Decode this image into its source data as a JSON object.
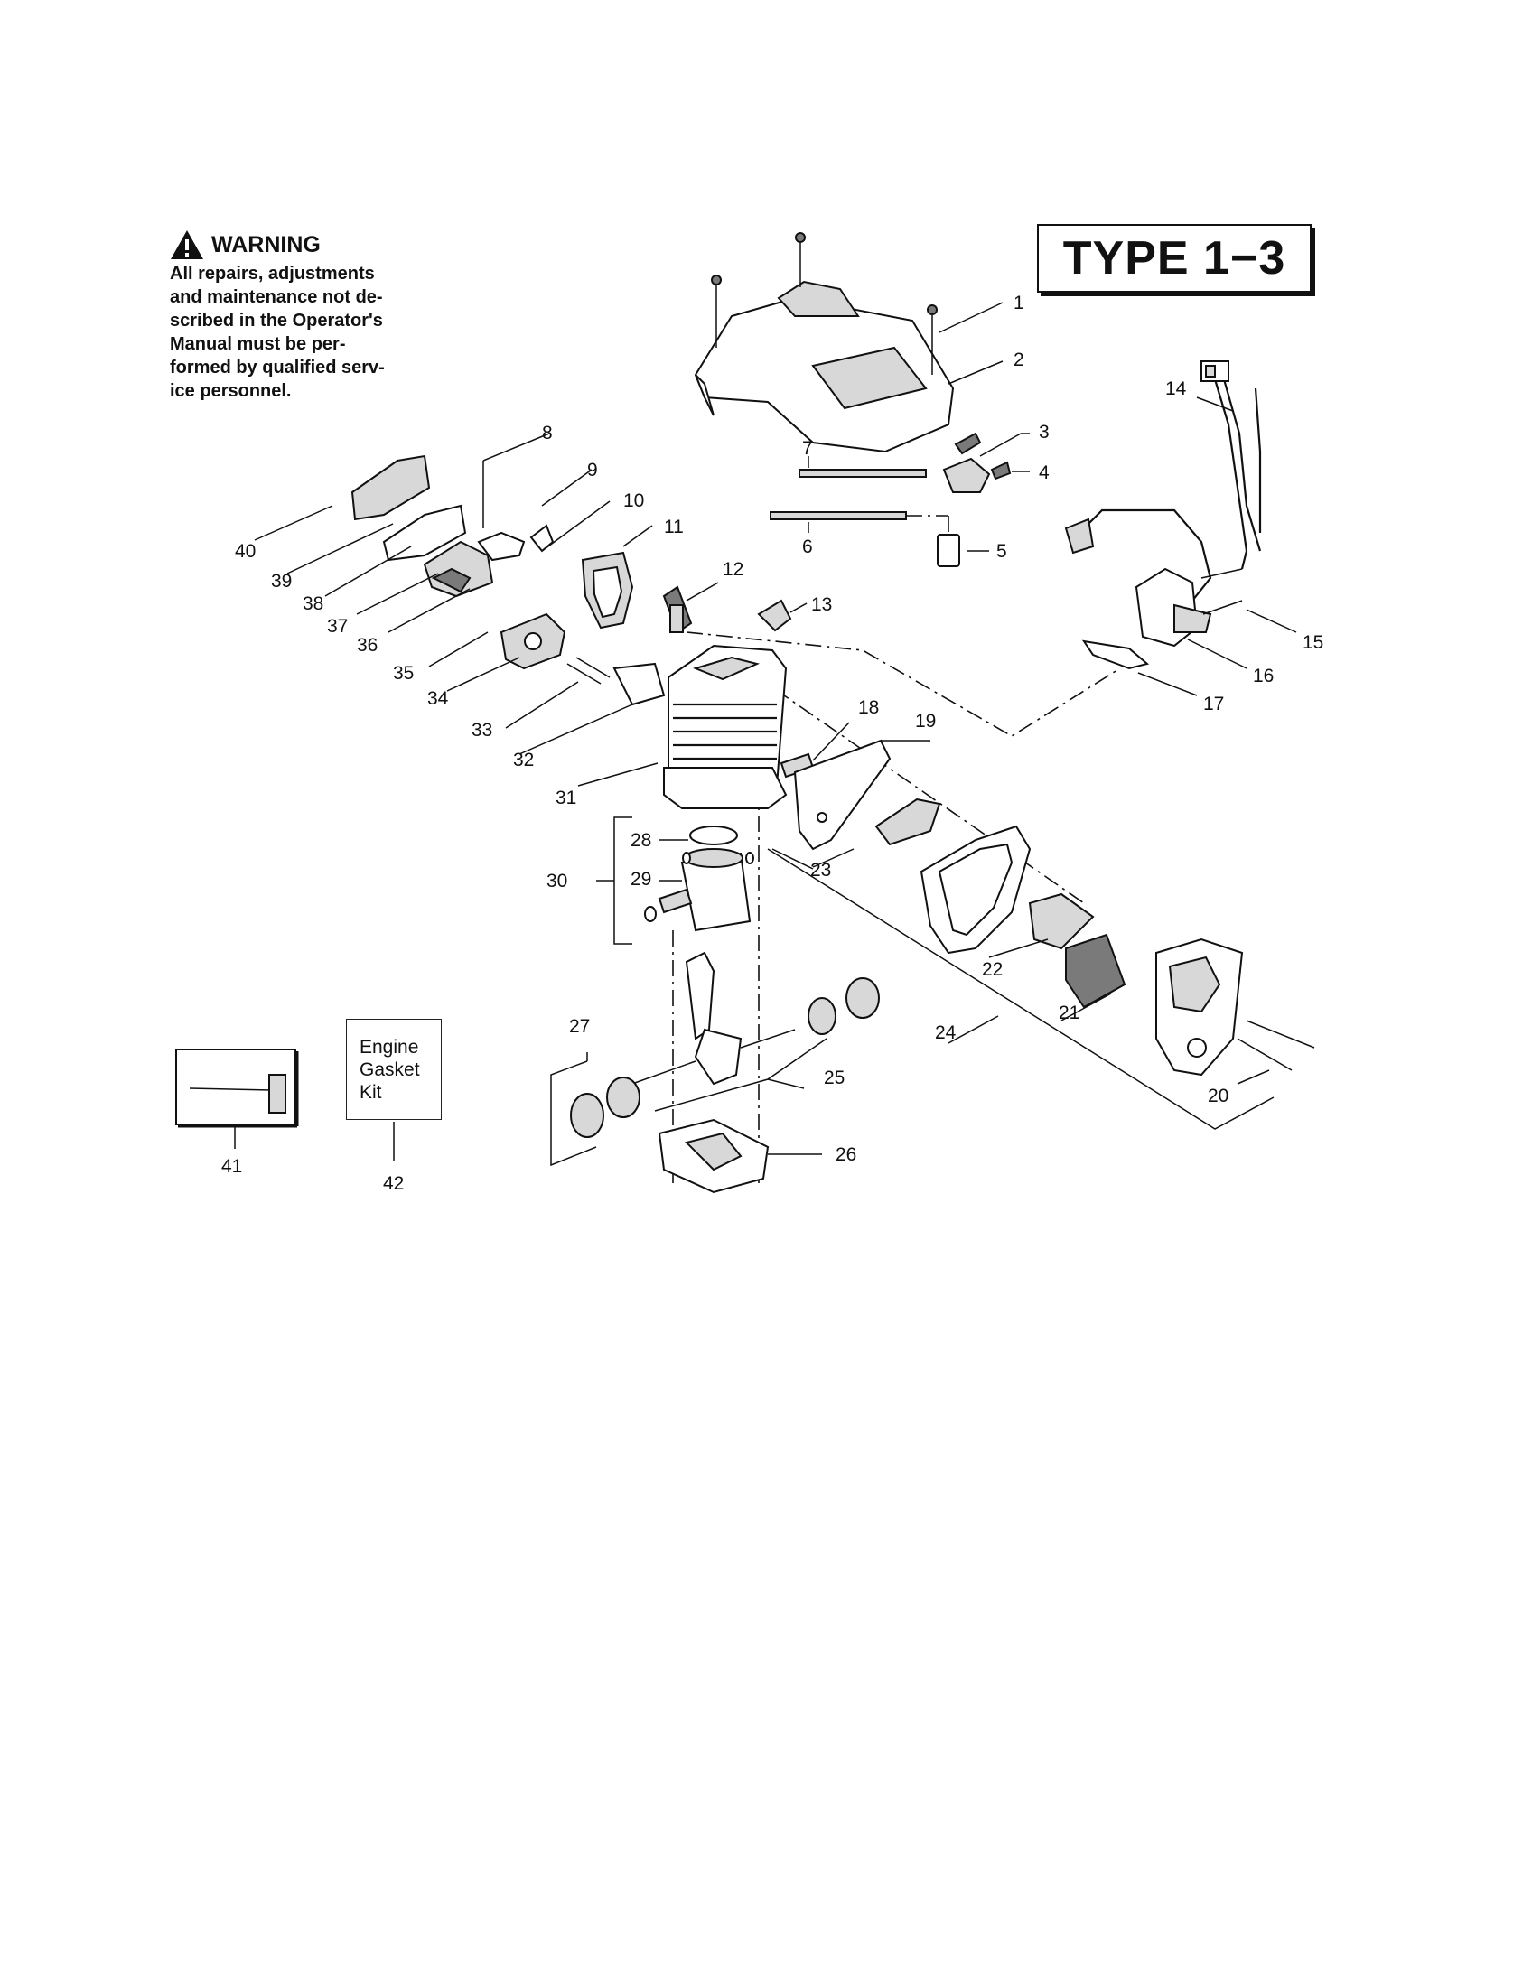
{
  "warning": {
    "icon": "warning-triangle-icon",
    "title": "WARNING",
    "lines": [
      "All repairs, adjustments",
      "and maintenance not de-",
      "scribed in the Operator's",
      "Manual must be per-",
      "formed by qualified serv-",
      "ice personnel."
    ]
  },
  "type_label": "TYPE 1−3",
  "gasket_kit": {
    "lines": [
      "Engine",
      "Gasket",
      "Kit"
    ]
  },
  "callouts": [
    "1",
    "2",
    "3",
    "4",
    "5",
    "6",
    "7",
    "8",
    "9",
    "10",
    "11",
    "12",
    "13",
    "14",
    "15",
    "16",
    "17",
    "18",
    "19",
    "20",
    "21",
    "22",
    "23",
    "24",
    "25",
    "26",
    "27",
    "28",
    "29",
    "30",
    "31",
    "32",
    "33",
    "34",
    "35",
    "36",
    "37",
    "38",
    "39",
    "40",
    "41",
    "42"
  ]
}
